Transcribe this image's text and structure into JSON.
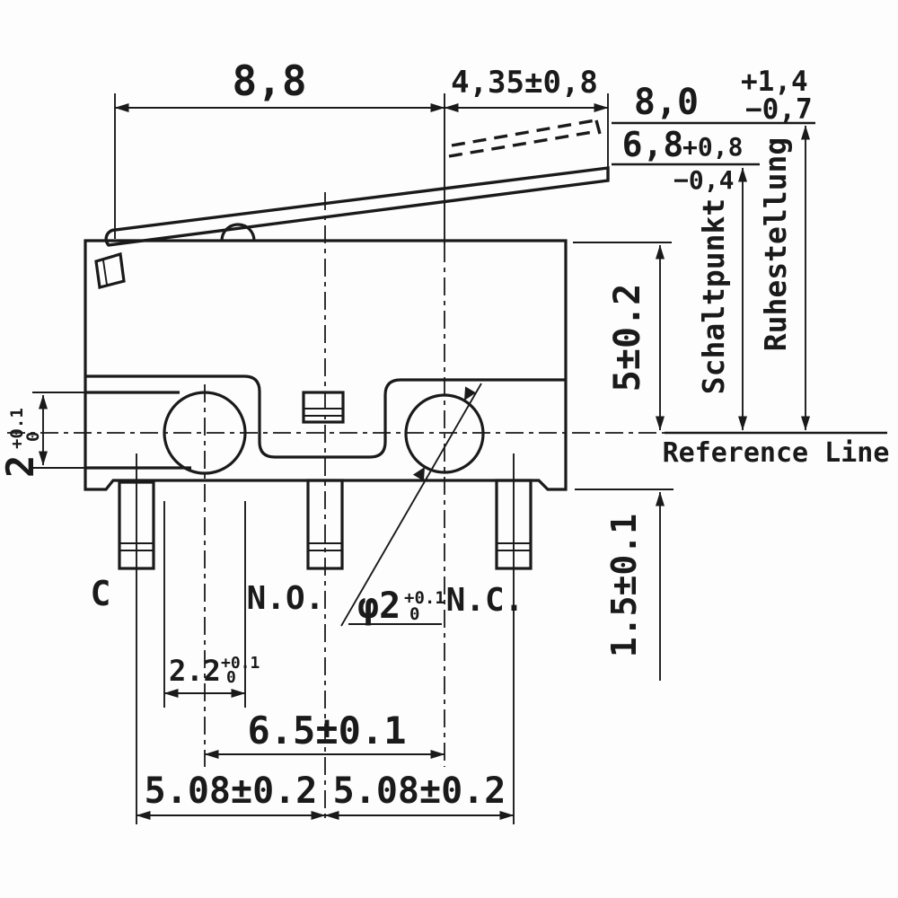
{
  "drawing": {
    "title": "microswitch-lever-dimension-drawing",
    "dims": {
      "top_width": "8,8",
      "lever_length": "4,35±0,8",
      "free_position": "8,0",
      "free_tol_plus": "+1,4",
      "free_tol_minus": "−0,7",
      "operating_position": "6,8",
      "operating_tol_plus": "+0,8",
      "operating_tol_minus": "−0,4",
      "body_height": "5±0.2",
      "pin_length": "1.5±0.1",
      "slot_height": "2",
      "slot_height_tol_plus": "+0.1",
      "slot_height_tol_zero": "0",
      "slot_width": "2.2",
      "slot_width_tol_plus": "+0.1",
      "slot_width_tol_zero": "0",
      "hole_diameter": "φ2",
      "hole_diameter_tol_plus": "+0.1",
      "hole_diameter_tol_zero": "0",
      "hole_pitch": "6.5±0.1",
      "pin_pitch_left": "5.08±0.2",
      "pin_pitch_right": "5.08±0.2"
    },
    "labels": {
      "schaltpunkt": "Schaltpunkt",
      "ruhestellung": "Ruhestellung",
      "reference_line": "Reference Line",
      "terminal_common": "C",
      "terminal_normally_open": "N.O.",
      "terminal_normally_closed": "N.C."
    },
    "colors": {
      "ink": "#1a1a1a",
      "paper": "#fdfdfd"
    }
  }
}
